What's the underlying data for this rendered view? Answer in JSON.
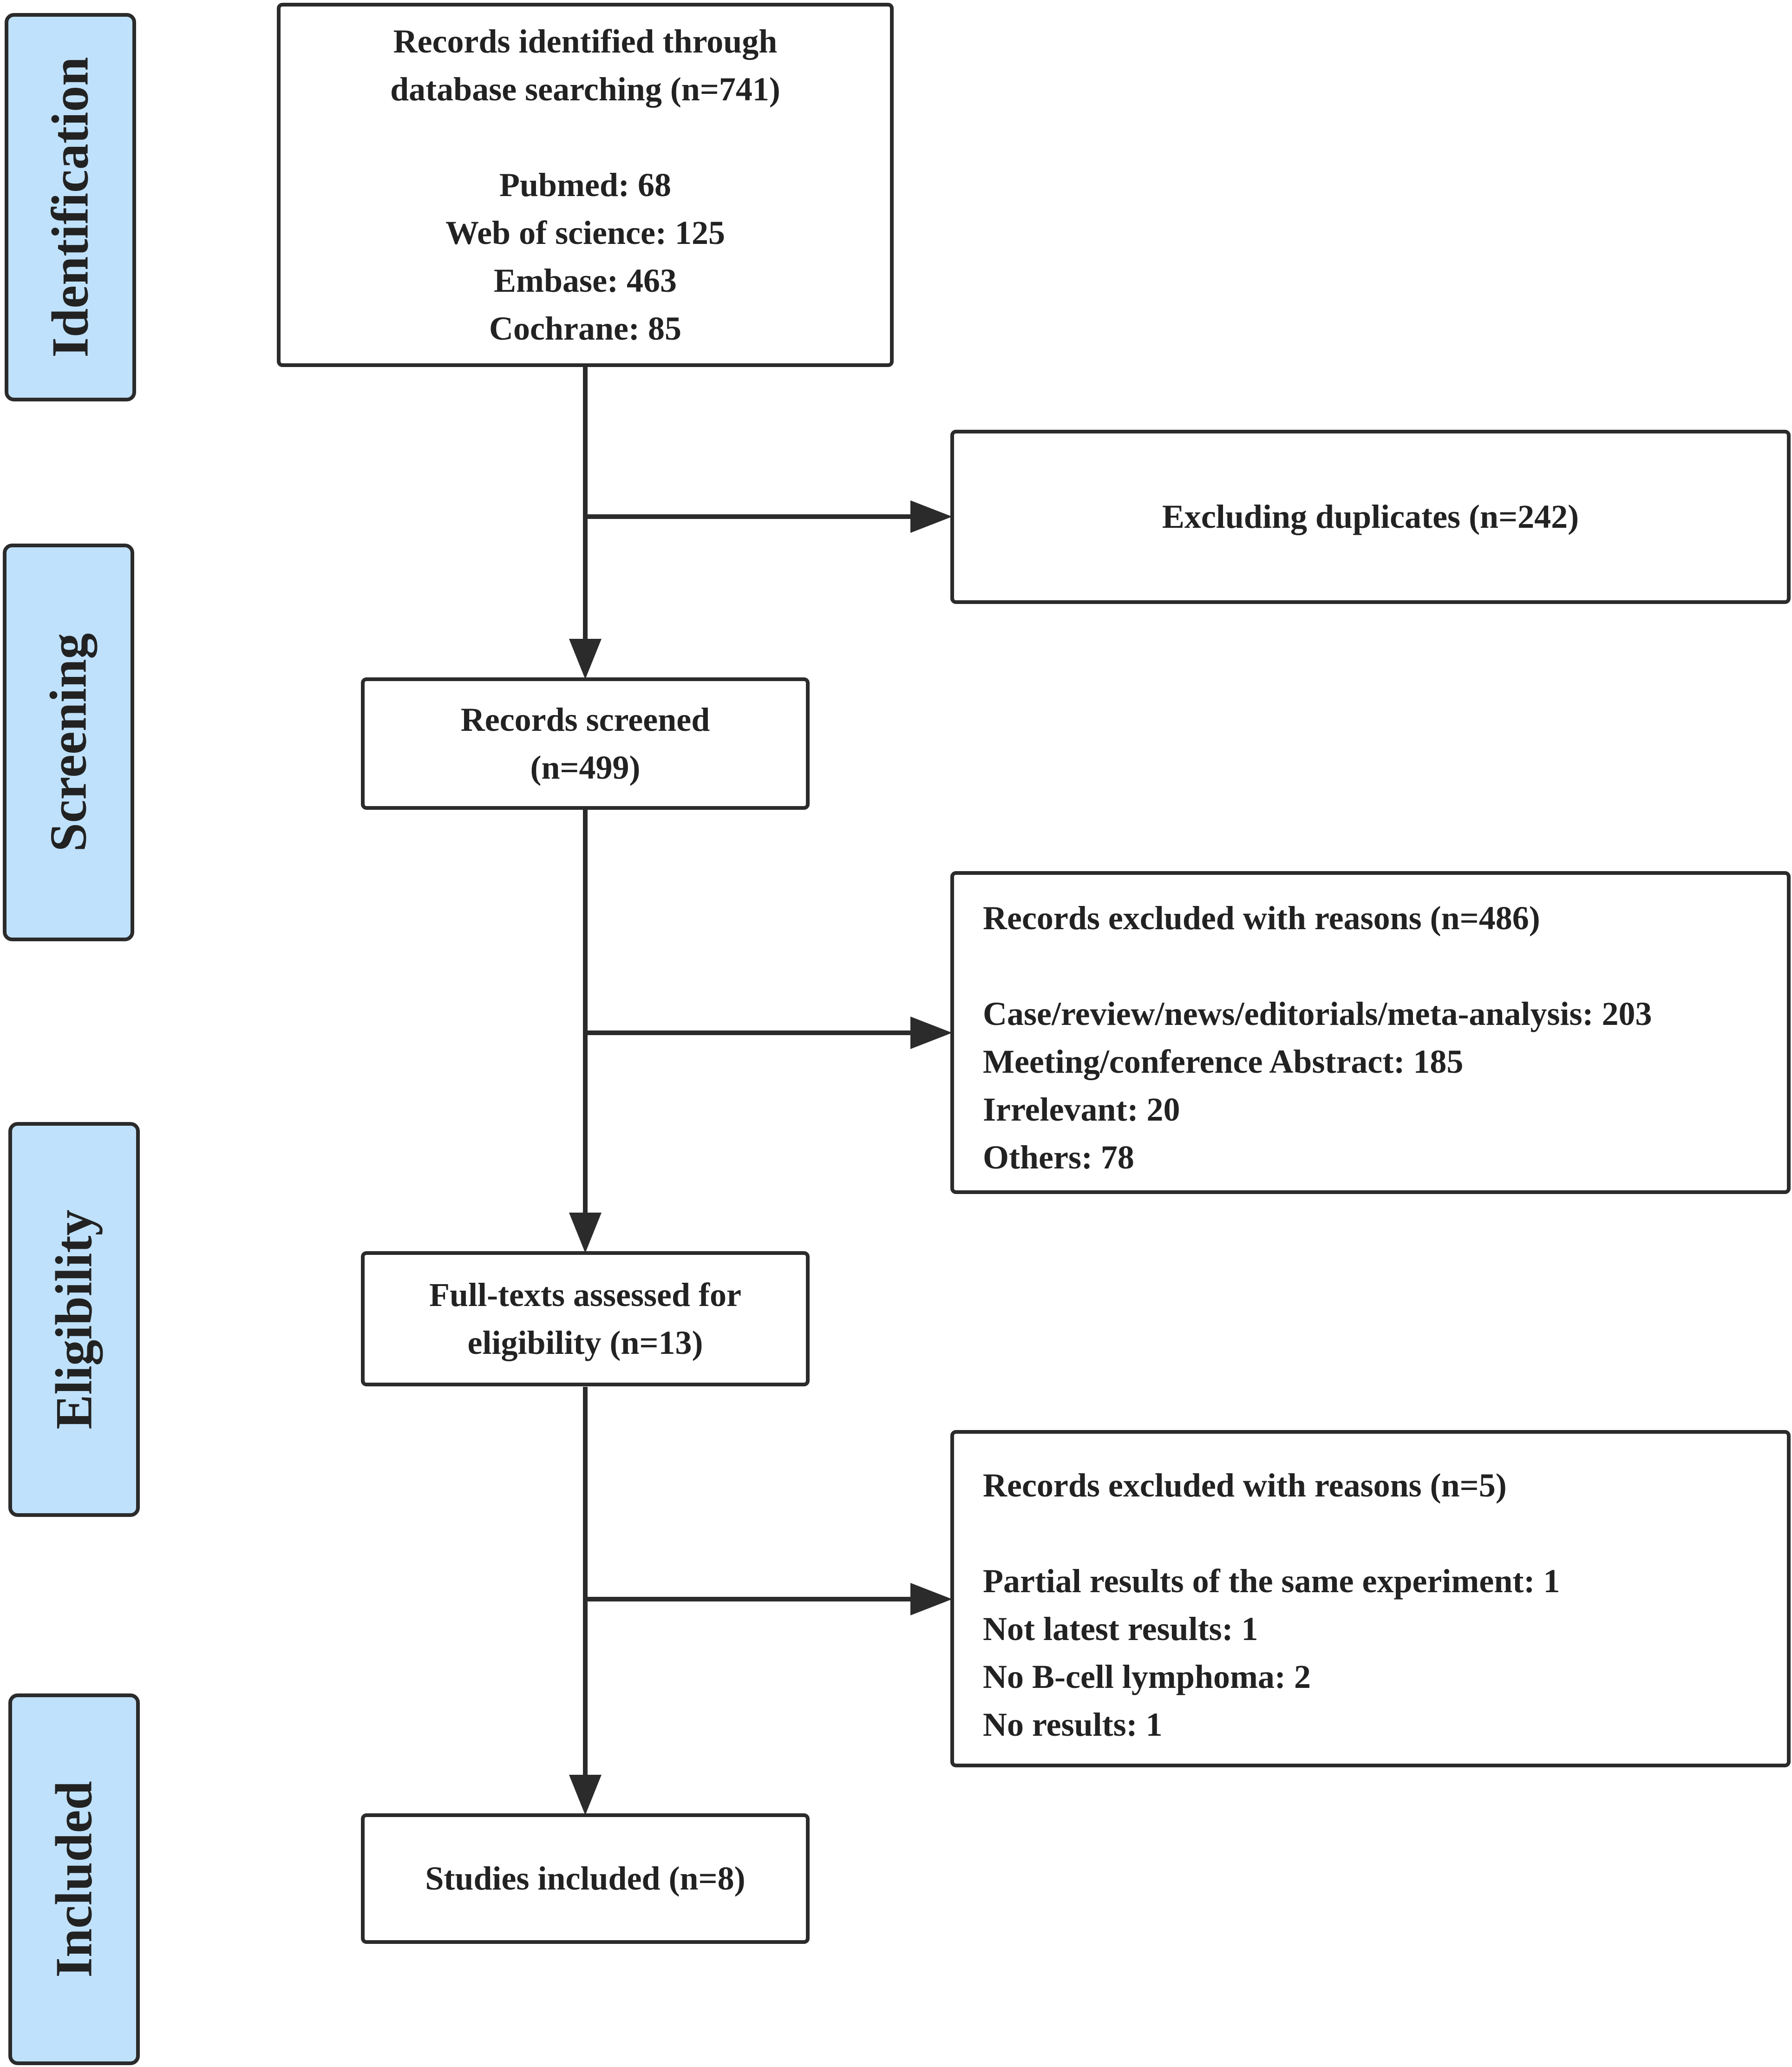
{
  "stages": {
    "identification": "Identification",
    "screening": "Screening",
    "eligibility": "Eligibility",
    "included": "Included"
  },
  "identified": {
    "heading_line1": "Records identified through",
    "heading_line2": "database searching (n=741)",
    "sources": [
      "Pubmed: 68",
      "Web of science: 125",
      "Embase: 463",
      "Cochrane: 85"
    ]
  },
  "duplicates": {
    "label": "Excluding duplicates (n=242)"
  },
  "screened": {
    "line1": "Records screened",
    "line2": "(n=499)"
  },
  "excluded_screening": {
    "heading": "Records excluded with reasons (n=486)",
    "reasons": [
      "Case/review/news/editorials/meta-analysis: 203",
      "Meeting/conference Abstract: 185",
      "Irrelevant: 20",
      "Others: 78"
    ]
  },
  "fulltext": {
    "line1": "Full-texts assessed for",
    "line2": "eligibility (n=13)"
  },
  "excluded_eligibility": {
    "heading": "Records excluded with reasons (n=5)",
    "reasons": [
      "Partial results of the same experiment: 1",
      "Not latest results: 1",
      "No B-cell lymphoma: 2",
      "No results: 1"
    ]
  },
  "included": {
    "label": "Studies included (n=8)"
  }
}
